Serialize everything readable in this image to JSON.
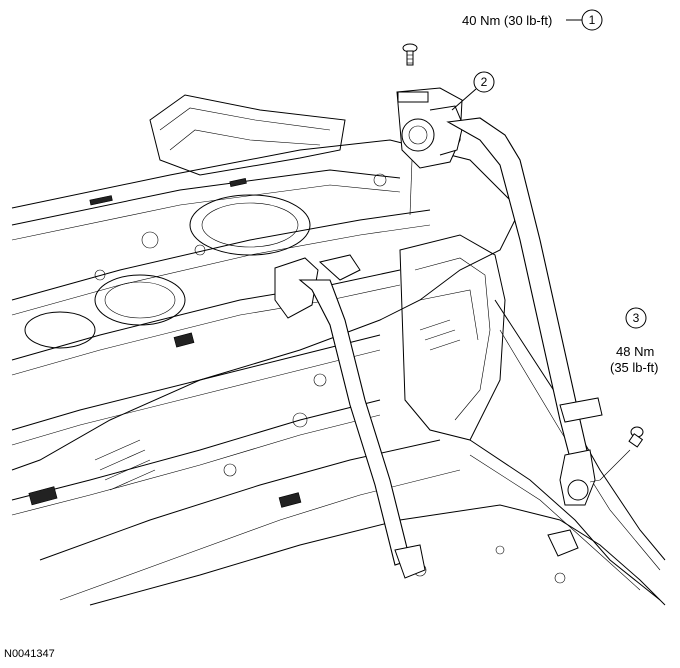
{
  "callouts": [
    {
      "number": "1",
      "torque": "40 Nm (30 lb-ft)"
    },
    {
      "number": "2",
      "torque": ""
    },
    {
      "number": "3",
      "torque_line1": "48 Nm",
      "torque_line2": "(35 lb-ft)"
    }
  ],
  "figure_id": "N0041347"
}
